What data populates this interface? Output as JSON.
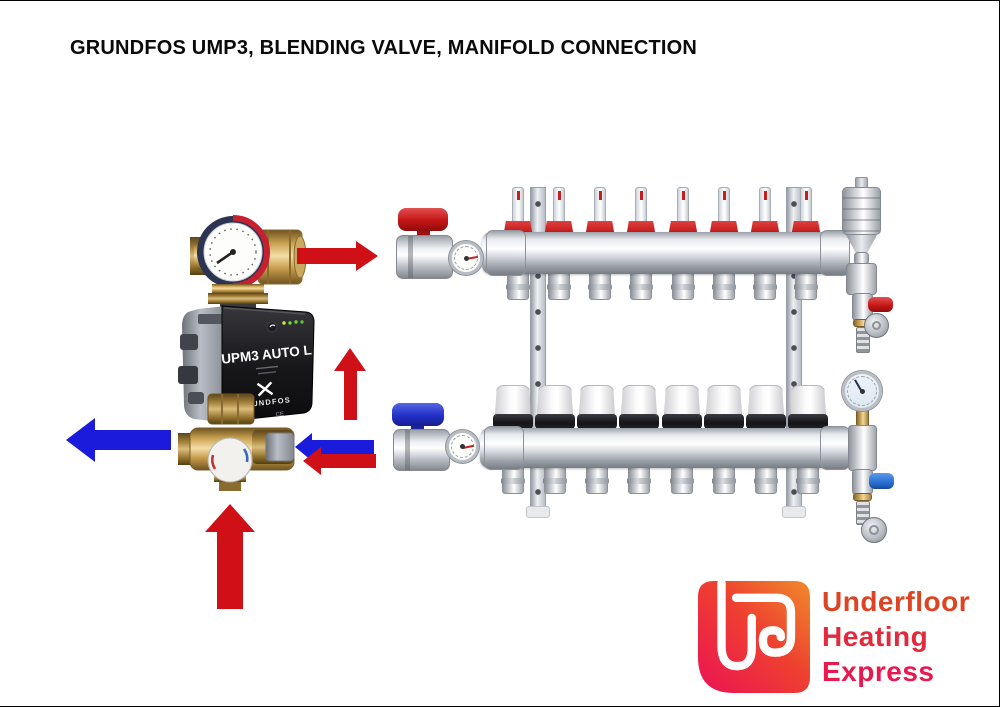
{
  "title": "GRUNDFOS UMP3, BLENDING VALVE, MANIFOLD  CONNECTION",
  "pump": {
    "model": "UPM3 AUTO L",
    "brand": "GRUNDFOS",
    "ce_mark": "CE"
  },
  "blending_valve": {
    "knob_color": "white",
    "hot_mark_color": "#c23333",
    "cold_mark_color": "#3a6ac0"
  },
  "manifold": {
    "loop_count": 8,
    "flow_bar": {
      "flow_meter_count": 8,
      "flow_meter_cap_color": "#c41f1f",
      "isolation_valve_handle_color": "#c41414",
      "end_fitting": "automatic-air-vent",
      "drain_lever_color": "#c41414"
    },
    "return_bar": {
      "cap_count": 8,
      "cap_color": "#ffffff",
      "isolation_valve_handle_color": "#2330c8",
      "end_fitting": "pressure-gauge",
      "drain_lever_color": "#2a6fd4"
    }
  },
  "arrows": [
    {
      "id": "flow-to-manifold",
      "color": "#cf1016",
      "direction": "right"
    },
    {
      "id": "flow-up-to-pump",
      "color": "#cf1016",
      "direction": "up"
    },
    {
      "id": "return-from-manifold-blue",
      "color": "#1b1bdb",
      "direction": "left"
    },
    {
      "id": "return-from-manifold-red",
      "color": "#cf1016",
      "direction": "left"
    },
    {
      "id": "return-outlet-blue",
      "color": "#1b1bdb",
      "direction": "left"
    },
    {
      "id": "hot-supply-inlet",
      "color": "#cf1016",
      "direction": "up"
    }
  ],
  "logo": {
    "lines": [
      "Underfloor",
      "Heating",
      "Express"
    ],
    "icon_gradient_top": "#f08a2b",
    "icon_gradient_bottom": "#ec1254",
    "text_colors": [
      "#dc4423",
      "#e22a3c",
      "#e9184e"
    ]
  }
}
